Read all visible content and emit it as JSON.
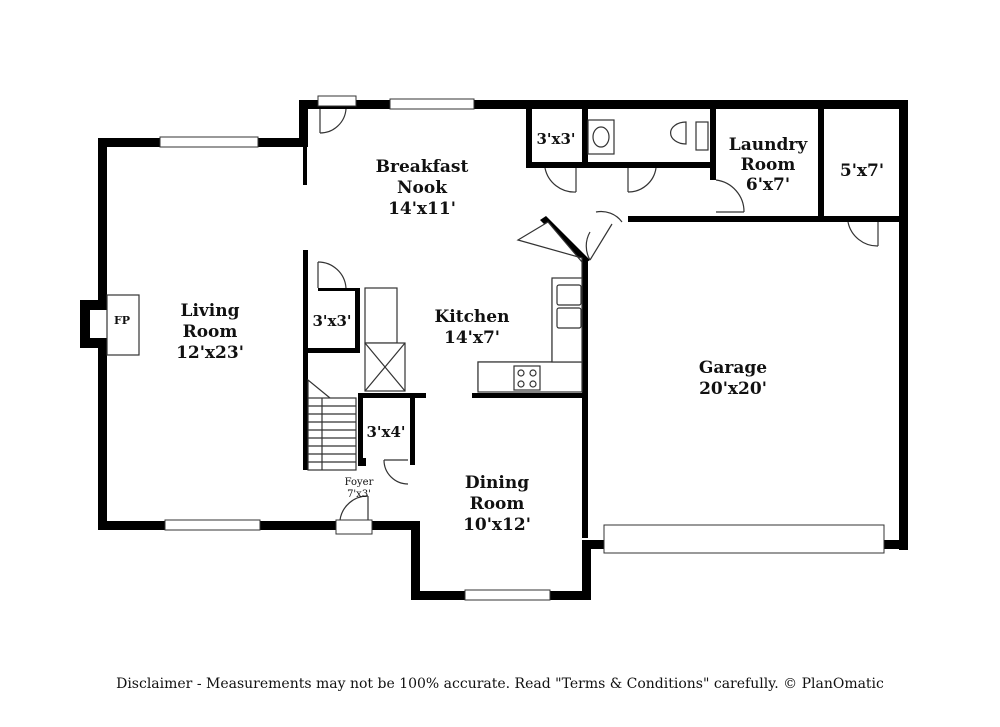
{
  "rooms": {
    "breakfast_nook": {
      "name_line1": "Breakfast",
      "name_line2": "Nook",
      "size": "14'x11'"
    },
    "living_room": {
      "name_line1": "Living",
      "name_line2": "Room",
      "size": "12'x23'"
    },
    "kitchen": {
      "name": "Kitchen",
      "size": "14'x7'"
    },
    "dining_room": {
      "name_line1": "Dining",
      "name_line2": "Room",
      "size": "10'x12'"
    },
    "laundry_room": {
      "name_line1": "Laundry",
      "name_line2": "Room",
      "size": "6'x7'"
    },
    "garage": {
      "name": "Garage",
      "size": "20'x20'"
    },
    "foyer": {
      "name": "Foyer",
      "size": "7'x3'"
    },
    "closet_top": {
      "size": "3'x3'"
    },
    "closet_mid": {
      "size": "3'x3'"
    },
    "closet_hall": {
      "size": "3'x4'"
    },
    "storage": {
      "size": "5'x7'"
    }
  },
  "fireplace": {
    "label": "FP"
  },
  "disclaimer": "Disclaimer - Measurements may not be 100% accurate. Read \"Terms & Conditions\" carefully. © PlanOmatic"
}
